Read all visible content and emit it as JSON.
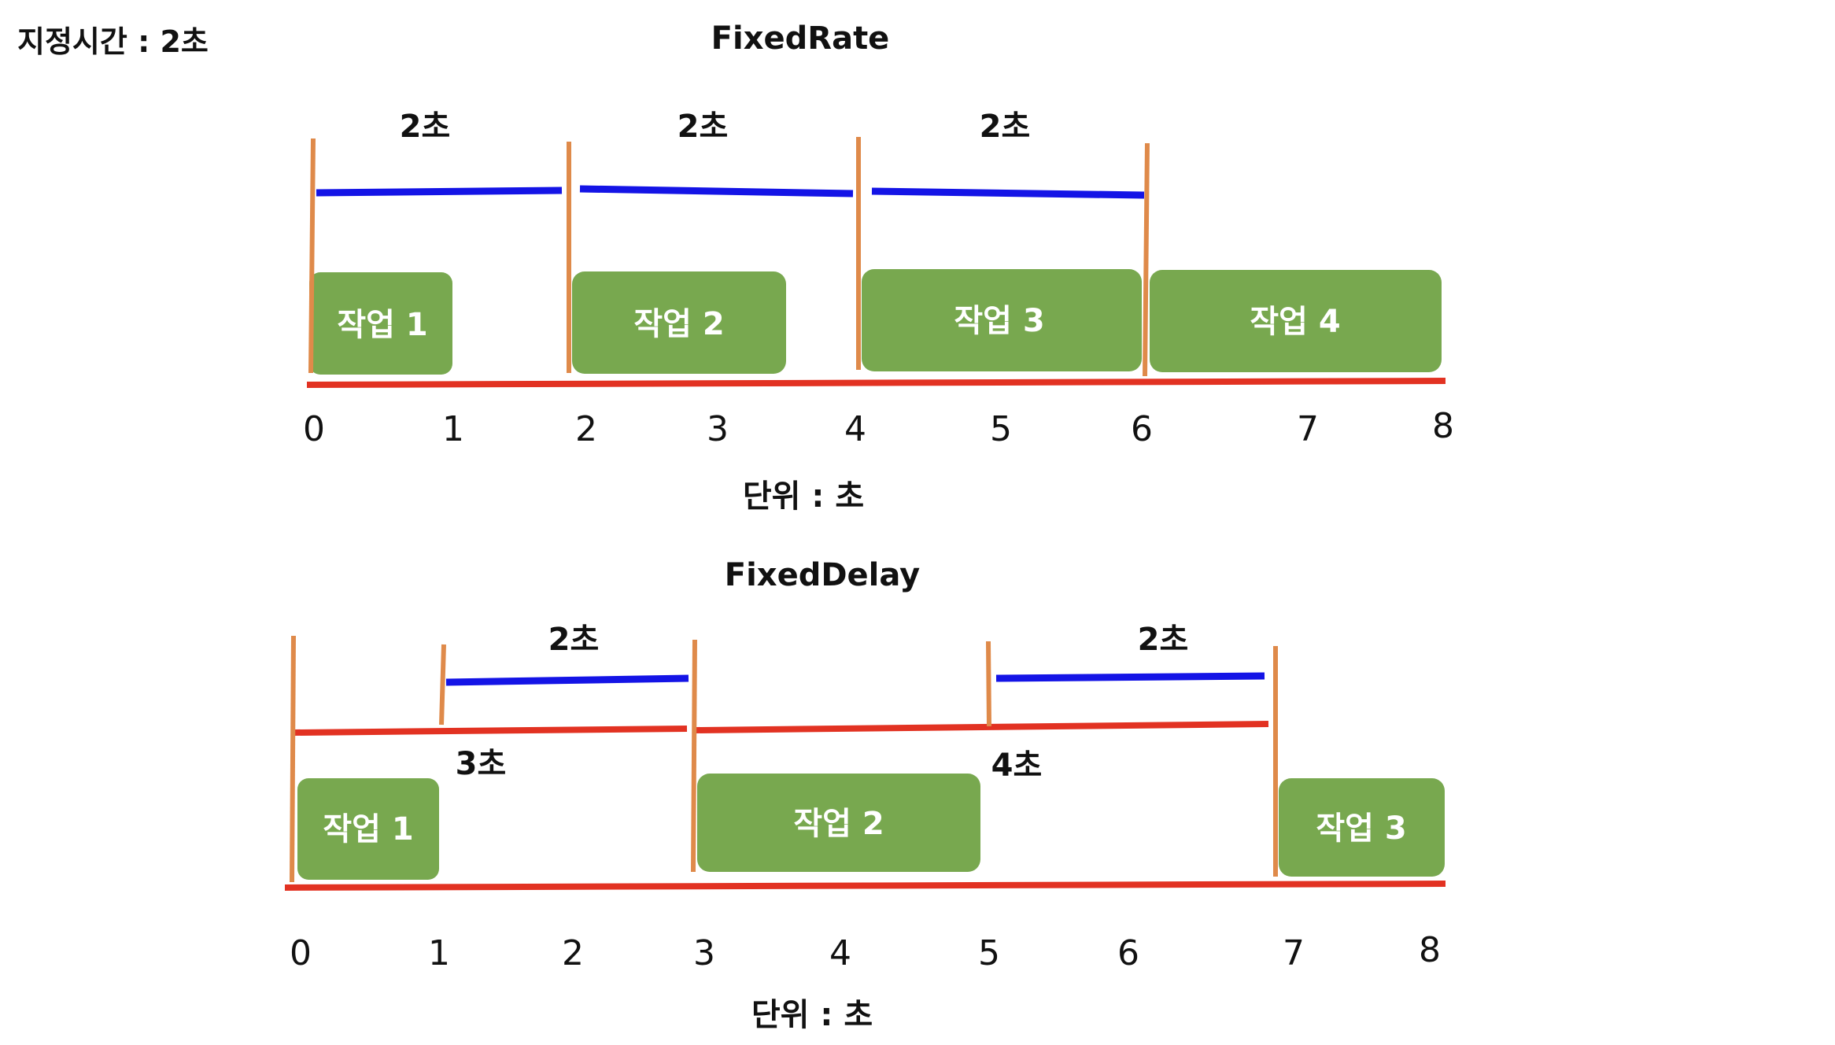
{
  "header": {
    "specified_time": "지정시간 : 2초"
  },
  "fixed_rate": {
    "title": "FixedRate",
    "interval_labels": [
      "2초",
      "2초",
      "2초"
    ],
    "tasks": [
      {
        "label": "작업 1",
        "start": 0,
        "end": 1
      },
      {
        "label": "작업 2",
        "start": 2,
        "end": 3.6
      },
      {
        "label": "작업 3",
        "start": 4,
        "end": 6
      },
      {
        "label": "작업 4",
        "start": 6,
        "end": 8
      }
    ],
    "ticks": [
      "0",
      "1",
      "2",
      "3",
      "4",
      "5",
      "6",
      "7",
      "8"
    ],
    "unit_label": "단위 : 초"
  },
  "fixed_delay": {
    "title": "FixedDelay",
    "delay_labels": [
      "2초",
      "2초"
    ],
    "cycle_labels": [
      "3초",
      "4초"
    ],
    "tasks": [
      {
        "label": "작업 1",
        "start": 0,
        "end": 1
      },
      {
        "label": "작업 2",
        "start": 3,
        "end": 5
      },
      {
        "label": "작업 3",
        "start": 7,
        "end": 8
      }
    ],
    "ticks": [
      "0",
      "1",
      "2",
      "3",
      "4",
      "5",
      "6",
      "7",
      "8"
    ],
    "unit_label": "단위 : 초"
  },
  "colors": {
    "task_fill": "#78a84f",
    "interval_line": "#1414e6",
    "axis_line": "#e23222",
    "marker_line": "#df8a4a",
    "text": "#111111"
  }
}
